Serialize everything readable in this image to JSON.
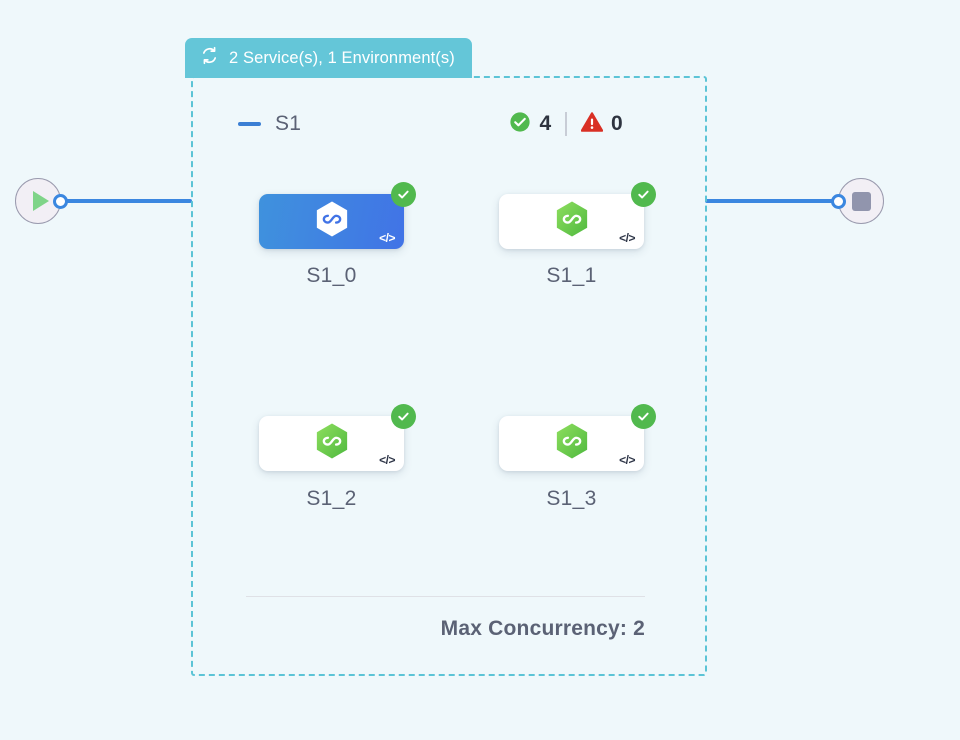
{
  "canvas": {
    "background_color": "#eff8fb"
  },
  "start_node": {
    "icon": "play-icon",
    "handle": "source-handle"
  },
  "end_node": {
    "icon": "stop-icon",
    "handle": "target-handle"
  },
  "group": {
    "header": {
      "icon": "loop-icon",
      "label": "2 Service(s), 1 Environment(s)",
      "color": "#64c6d8"
    },
    "border_color": "#5cc4d6",
    "collapse": {
      "icon": "minus-icon",
      "state": "expanded"
    },
    "name": "S1",
    "status": {
      "success": {
        "icon": "check-circle-icon",
        "count": "4",
        "color": "#51b94e"
      },
      "error": {
        "icon": "warning-triangle-icon",
        "count": "0",
        "color": "#d93025"
      }
    },
    "nodes": [
      {
        "label": "S1_0",
        "selected": true,
        "status_icon": "check-circle-icon",
        "code_glyph": "</>",
        "service_icon": "hexagon-infinity-icon"
      },
      {
        "label": "S1_1",
        "selected": false,
        "status_icon": "check-circle-icon",
        "code_glyph": "</>",
        "service_icon": "hexagon-infinity-icon"
      },
      {
        "label": "S1_2",
        "selected": false,
        "status_icon": "check-circle-icon",
        "code_glyph": "</>",
        "service_icon": "hexagon-infinity-icon"
      },
      {
        "label": "S1_3",
        "selected": false,
        "status_icon": "check-circle-icon",
        "code_glyph": "</>",
        "service_icon": "hexagon-infinity-icon"
      }
    ],
    "footer": {
      "text": "Max Concurrency: 2"
    }
  }
}
